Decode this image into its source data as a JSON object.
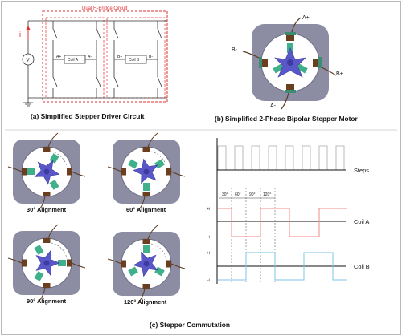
{
  "panels": {
    "a": {
      "caption": "(a)  Simplified Stepper Driver Circuit"
    },
    "b": {
      "caption": "(b)  Simplified 2-Phase Bipolar Stepper Motor"
    },
    "c": {
      "caption": "(c)  Stepper Commutation"
    }
  },
  "circuit": {
    "bridge_label": "Dual H-Bridge Circuit",
    "current_symbol": "i",
    "voltmeter": "V",
    "coil_a": {
      "label": "Coil A",
      "plus": "A+",
      "minus": "A-"
    },
    "coil_b": {
      "label": "Coil B",
      "plus": "B+",
      "minus": "B-"
    }
  },
  "motor": {
    "labels": {
      "a_plus": "A+",
      "a_minus": "A-",
      "b_plus": "B+",
      "b_minus": "B-"
    }
  },
  "alignments": [
    "30° Alignment",
    "60° Alignment",
    "90° Alignment",
    "120° Alignment"
  ],
  "timing": {
    "steps_label": "Steps",
    "coil_a_label": "Coil A",
    "coil_b_label": "Coil B",
    "angles": [
      "30°",
      "60°",
      "90°",
      "120°"
    ],
    "plus_i": "+i",
    "minus_i": "-i"
  },
  "colors": {
    "accent_red": "#e03030",
    "coil_a_trace": "#f08a8a",
    "coil_b_trace": "#7cc6e8",
    "rotor": "#5a58c8",
    "teeth": "#3fb08a",
    "stator": "#8c8ca2"
  }
}
